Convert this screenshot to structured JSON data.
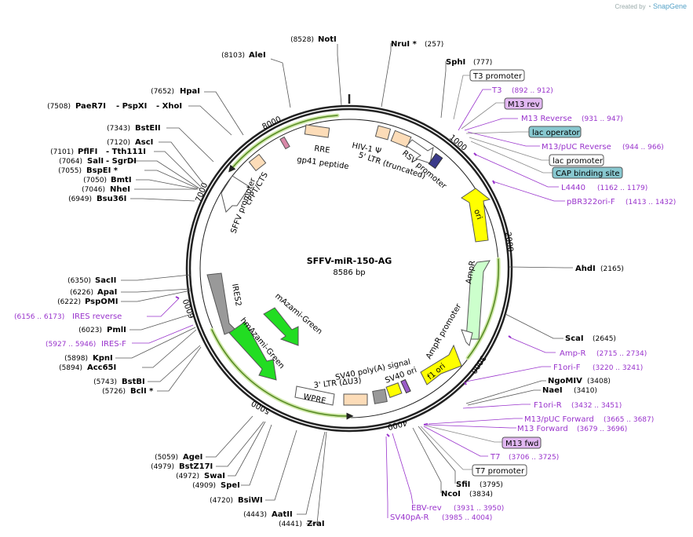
{
  "credit": {
    "prefix": "Created by",
    "brand": "SnapGene"
  },
  "plasmid": {
    "name": "SFFV-miR-150-AG",
    "size_label": "8586 bp"
  },
  "ticks": [
    "1000",
    "2000",
    "3000",
    "4000",
    "5000",
    "6000",
    "7000",
    "8000"
  ],
  "sites_left": [
    {
      "pos": "(8528)",
      "name": "NotI"
    },
    {
      "pos": "(8103)",
      "name": "AleI"
    },
    {
      "pos": "(7652)",
      "name": "HpaI"
    },
    {
      "pos": "(7508)",
      "name": "PaeR7I",
      "alt1": "PspXI",
      "alt2": "XhoI"
    },
    {
      "pos": "(7343)",
      "name": "BstEII"
    },
    {
      "pos": "(7120)",
      "name": "AscI"
    },
    {
      "pos": "(7101)",
      "name": "PflFI",
      "alt1": "Tth111I"
    },
    {
      "pos": "(7064)",
      "name": "SalI",
      "alt1": "SgrDI"
    },
    {
      "pos": "(7055)",
      "name": "BspEI *"
    },
    {
      "pos": "(7050)",
      "name": "BmtI"
    },
    {
      "pos": "(7046)",
      "name": "NheI"
    },
    {
      "pos": "(6949)",
      "name": "Bsu36I"
    },
    {
      "pos": "(6350)",
      "name": "SacII"
    },
    {
      "pos": "(6226)",
      "name": "ApaI"
    },
    {
      "pos": "(6222)",
      "name": "PspOMI"
    },
    {
      "pos": "(6023)",
      "name": "PmlI"
    },
    {
      "pos": "(5898)",
      "name": "KpnI"
    },
    {
      "pos": "(5894)",
      "name": "Acc65I"
    },
    {
      "pos": "(5743)",
      "name": "BstBI"
    },
    {
      "pos": "(5726)",
      "name": "BclI *"
    },
    {
      "pos": "(5059)",
      "name": "AgeI"
    },
    {
      "pos": "(4979)",
      "name": "BstZ17I"
    },
    {
      "pos": "(4972)",
      "name": "SwaI"
    },
    {
      "pos": "(4909)",
      "name": "SpeI"
    },
    {
      "pos": "(4720)",
      "name": "BsiWI"
    },
    {
      "pos": "(4443)",
      "name": "AatII"
    },
    {
      "pos": "(4441)",
      "name": "ZraI"
    }
  ],
  "sites_right": [
    {
      "name": "NruI *",
      "pos": "(257)"
    },
    {
      "name": "SphI",
      "pos": "(777)"
    },
    {
      "name": "AhdI",
      "pos": "(2165)"
    },
    {
      "name": "ScaI",
      "pos": "(2645)"
    },
    {
      "name": "NgoMIV",
      "pos": "(3408)"
    },
    {
      "name": "NaeI",
      "pos": "(3410)"
    },
    {
      "name": "SfiI",
      "pos": "(3795)"
    },
    {
      "name": "NcoI",
      "pos": "(3834)"
    }
  ],
  "primers": [
    {
      "name": "T3",
      "range": "(892 .. 912)"
    },
    {
      "name": "M13 Reverse",
      "range": "(931 .. 947)"
    },
    {
      "name": "M13/pUC Reverse",
      "range": "(944 .. 966)"
    },
    {
      "name": "L4440",
      "range": "(1162 .. 1179)"
    },
    {
      "name": "pBR322ori-F",
      "range": "(1413 .. 1432)"
    },
    {
      "name": "Amp-R",
      "range": "(2715 .. 2734)"
    },
    {
      "name": "F1ori-F",
      "range": "(3220 .. 3241)"
    },
    {
      "name": "F1ori-R",
      "range": "(3432 .. 3451)"
    },
    {
      "name": "M13/pUC Forward",
      "range": "(3665 .. 3687)"
    },
    {
      "name": "M13 Forward",
      "range": "(3679 .. 3696)"
    },
    {
      "name": "T7",
      "range": "(3706 .. 3725)"
    },
    {
      "name": "EBV-rev",
      "range": "(3931 .. 3950)"
    },
    {
      "name": "SV40pA-R",
      "range": "(3985 .. 4004)"
    },
    {
      "name": "IRES reverse",
      "range": "(6156 .. 6173)"
    },
    {
      "name": "IRES-F",
      "range": "(5927 .. 5946)"
    }
  ],
  "boxed_labels": [
    {
      "text": "T3 promoter",
      "style": "white"
    },
    {
      "text": "M13 rev",
      "style": "violet"
    },
    {
      "text": "lac operator",
      "style": "teal"
    },
    {
      "text": "lac promoter",
      "style": "white"
    },
    {
      "text": "CAP binding site",
      "style": "teal"
    },
    {
      "text": "T7 promoter",
      "style": "white"
    },
    {
      "text": "M13 fwd",
      "style": "violet"
    }
  ],
  "features": {
    "rre": "RRE",
    "gp41": "gp41 peptide",
    "cppt": "cPPT/CTS",
    "sffv": "SFFV promoter",
    "hiv": "HIV-1 Ψ",
    "ltr5": "5' LTR (truncated)",
    "rsv": "RSV promoter",
    "ori": "ori",
    "ampr": "AmpR",
    "ampr_prom": "AmpR promoter",
    "f1ori": "f1 ori",
    "sv40ori": "SV40 ori",
    "sv40pa": "SV40 poly(A) signal",
    "ltr3": "3' LTR (ΔU3)",
    "wpre": "WPRE",
    "ires": "IRES2",
    "hm": "hmAzami-Green",
    "mazami": "mAzami-Green"
  },
  "colors": {
    "backbone": "#222222",
    "primer": "#9933cc",
    "azami": "#22dd22",
    "ori": "#ffff00",
    "ampr": "#ccffcc",
    "peach": "#fcdcb8",
    "ires": "#999999",
    "teal_box": "#88c8d0",
    "violet_box": "#e2b8f2",
    "fragment": "#99cc66"
  }
}
